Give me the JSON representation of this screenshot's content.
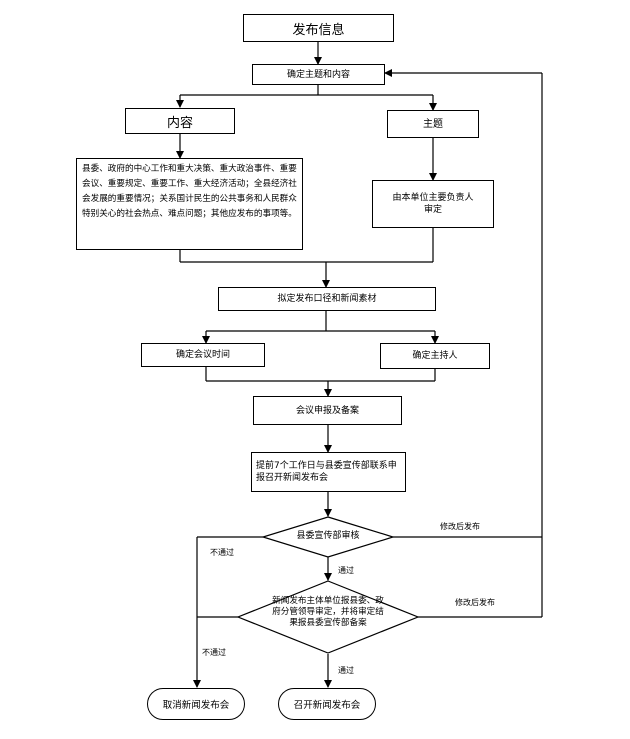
{
  "flow": {
    "start": "发布信息",
    "confirm_topic": "确定主题和内容",
    "content": "内容",
    "topic": "主题",
    "content_detail": "县委、政府的中心工作和重大决策、重大政治事件、重要会议、重要规定、重要工作、重大经济活动；全县经济社会发展的重要情况；关系国计民生的公共事务和人民群众特别关心的社会热点、难点问题；其他应发布的事项等。",
    "topic_detail": "由本单位主要负责人审定",
    "draft_materials": "拟定发布口径和新闻素材",
    "meeting_time": "确定会议时间",
    "host": "确定主持人",
    "report_record": "会议申报及备案",
    "apply": "提前7个工作日与县委宣传部联系申报召开新闻发布会",
    "review1": "县委宣传部审核",
    "review2": "新闻发布主体单位报县委、政府分管领导审定，并将审定结果报县委宣传部备案",
    "cancel": "取消新闻发布会",
    "hold": "召开新闻发布会"
  },
  "labels": {
    "modify_publish_1": "修改后发布",
    "modify_publish_2": "修改后发布",
    "not_pass_1": "不通过",
    "not_pass_2": "不通过",
    "pass_1": "通过",
    "pass_2": "通过"
  }
}
